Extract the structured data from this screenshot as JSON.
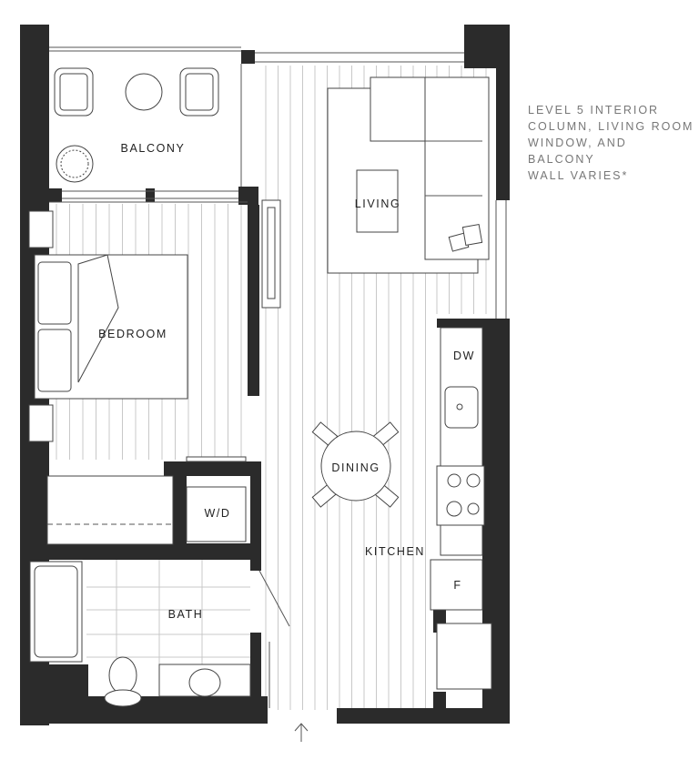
{
  "plan": {
    "rooms": {
      "balcony": "BALCONY",
      "living": "LIVING",
      "bedroom": "BEDROOM",
      "dw": "DW",
      "dining": "DINING",
      "wd": "W/D",
      "kitchen": "KITCHEN",
      "fridge": "F",
      "bath": "BATH"
    },
    "note": "LEVEL 5 INTERIOR\nCOLUMN, LIVING ROOM\nWINDOW, AND BALCONY\nWALL VARIES*",
    "colors": {
      "wall": "#2b2b2b",
      "note": "#777777"
    }
  }
}
